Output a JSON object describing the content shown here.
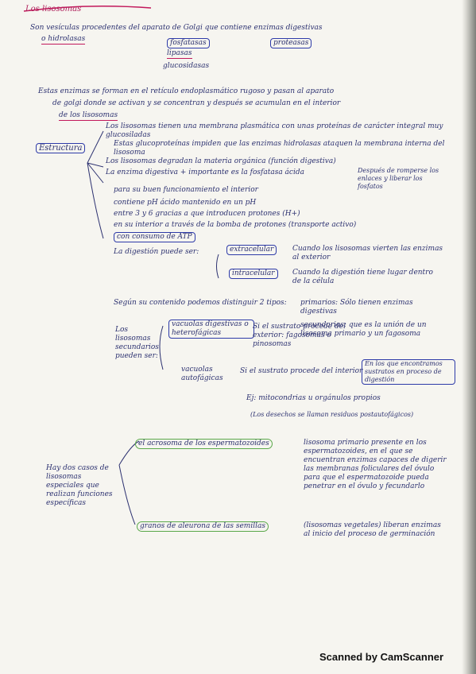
{
  "notes": {
    "title": "Los lisosomas",
    "def_line1": "Son vesículas procedentes del aparato de Golgi que contiene enzimas digestivas",
    "def_line2": "o hidrolasas",
    "hydrolases": [
      "fosfatasas",
      "proteasas",
      "lipasas",
      "glucosidasas"
    ],
    "origin_line1": "Estas enzimas se forman en el retículo endoplasmático rugoso y pasan al aparato",
    "origin_line2": "de golgi donde se activan y se concentran y después se acumulan en el interior",
    "origin_line3": "de los lisosomas",
    "structure_label": "Estructura",
    "struct_1": "Los lisosomas tienen una membrana plasmática con unas proteínas de carácter integral muy glucosiladas",
    "struct_2": "Estas glucoproteínas impiden que las enzimas hidrolasas ataquen la membrana interna del lisosoma",
    "struct_3": "Los lisosomas degradan la materia orgánica (función digestiva)",
    "struct_4": "La enzima digestiva + importante es la fosfatasa ácida",
    "struct_4b": "Después de romperse los enlaces y liberar los fosfatos",
    "ph_line1": "para su buen funcionamiento el interior",
    "ph_line2": "contiene pH ácido mantenido en un pH",
    "ph_line3": "entre 3 y 6 gracias a que introducen protones (H+)",
    "ph_line4": "en su interior a través de la bomba de protones (transporte activo)",
    "ph_line5": "con consumo de ATP",
    "digest_intro": "La digestión puede ser:",
    "extracel": "extracelular",
    "extracel_desc": "Cuando los lisosomas vierten las enzimas al exterior",
    "intracel": "intracelular",
    "intracel_desc": "Cuando la digestión tiene lugar dentro de la célula",
    "content_intro": "Según su contenido podemos distinguir 2 tipos:",
    "primarios": "primarios: Sólo tienen enzimas digestivas",
    "secundarios": "secundarios: que es la unión de un lisosoma primario y un fagosoma",
    "sec_extra": "En los que encontramos sustratos en proceso de digestión",
    "sec_label": "Los lisosomas secundarios pueden ser:",
    "heterofagicas": "vacuolas digestivas o heterofágicas",
    "hetero_desc": "Si el sustrato procede del exterior: fagosomas o pinosomas",
    "autofagicas": "vacuolas autofágicas",
    "auto_desc": "Si el sustrato procede del interior",
    "auto_example": "Ej: mitocondrias u orgánulos propios",
    "residual": "(Los desechos se llaman residuos postautofágicos)",
    "special_intro": "Hay dos casos de lisosomas especiales que realizan funciones específicas",
    "acrosoma": "el acrosoma de los espermatozoides",
    "acrosoma_desc": "lisosoma primario presente en los espermatozoides, en el que se encuentran enzimas capaces de digerir las membranas foliculares del óvulo para que el espermatozoide pueda penetrar en el óvulo y fecundarlo",
    "aleurona": "granos de aleurona de las semillas",
    "aleurona_desc": "(lisosomas vegetales) liberan enzimas al inicio del proceso de germinación"
  },
  "footer": {
    "scanner": "Scanned by CamScanner"
  },
  "colors": {
    "ink": "#2c3170",
    "box": "#2d3aa8",
    "pink": "#c2185b",
    "green": "#5aa84a"
  }
}
